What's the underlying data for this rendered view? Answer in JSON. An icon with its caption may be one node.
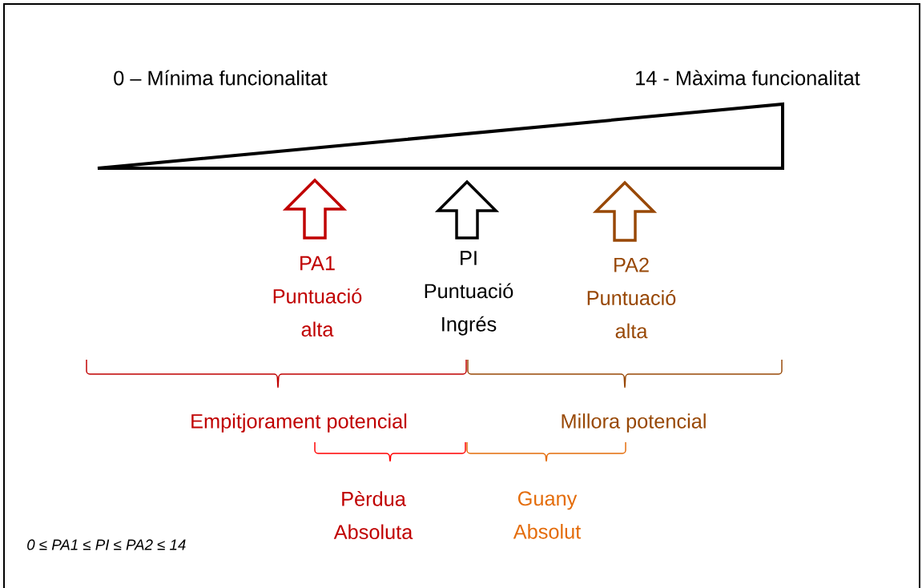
{
  "diagram": {
    "labels": [
      "0 – Mínima funcionalitat",
      "14 - Màxima funcionalitat",
      "PA1 Puntuació alta",
      "PI Puntuació Ingrés",
      "PA2 Puntuació alta",
      "Empitjorament potencial",
      "Millora potencial",
      "Pèrdua Absoluta",
      "Guany Absolut",
      "0 ≤  PA1 ≤ PI  ≤ PA2  ≤ 14"
    ]
  }
}
